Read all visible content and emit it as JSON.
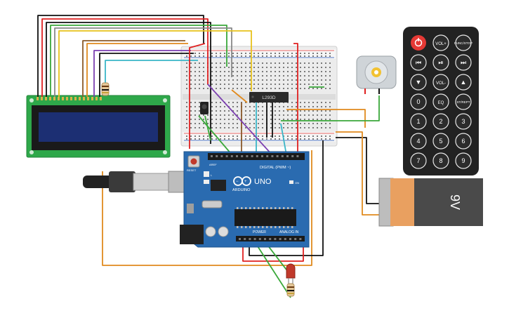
{
  "chip": {
    "label": "L293D"
  },
  "arduino": {
    "brand": "ARDUINO",
    "model": "UNO",
    "digital_label": "DIGITAL (PWM ~)",
    "power_label": "POWER",
    "analog_label": "ANALOG IN",
    "on_label": "ON",
    "tx_label": "TX",
    "rx_label": "RX",
    "l_label": "L",
    "reset_label": "RESET",
    "aref_label": "AREF"
  },
  "battery": {
    "label": "9V"
  },
  "remote": {
    "buttons": [
      "",
      "VOL+",
      "FUNC/STOP",
      "⏮",
      "⏯",
      "⏭",
      "▼",
      "VOL-",
      "▲",
      "0",
      "EQ",
      "ST/REPT",
      "1",
      "2",
      "3",
      "4",
      "5",
      "6",
      "7",
      "8",
      "9"
    ]
  },
  "colors": {
    "arduino_board": "#2a6bb0",
    "lcd_pcb": "#2ea84a",
    "lcd_screen": "#1c2f73",
    "breadboard": "#eeeeee",
    "remote_body": "#222222",
    "remote_power": "#e53935",
    "battery_body": "#4a4a4a",
    "battery_cap": "#e9a060",
    "wire_red": "#e02020",
    "wire_black": "#111111",
    "wire_green": "#3aa83a",
    "wire_orange": "#e08a1e",
    "wire_purple": "#7b3fb0",
    "wire_yellow": "#e8c21c",
    "wire_cyan": "#3ab6c8",
    "wire_brown": "#8a5a2a",
    "wire_gray": "#888888",
    "led_red": "#c0392b"
  }
}
